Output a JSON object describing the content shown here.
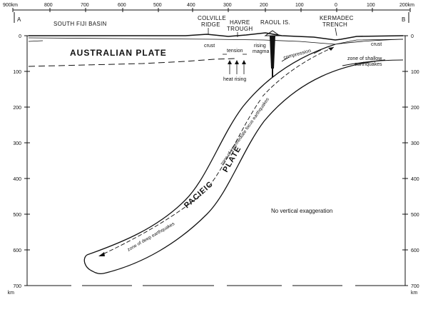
{
  "top_axis": {
    "tick_labels": [
      "900km",
      "800",
      "700",
      "600",
      "500",
      "400",
      "300",
      "200",
      "100",
      "0",
      "100",
      "200km"
    ]
  },
  "depth_axis": {
    "left_labels": [
      "0",
      "100",
      "200",
      "300",
      "400",
      "500",
      "600",
      "700",
      "km"
    ],
    "right_labels": [
      "0",
      "100",
      "200",
      "300",
      "400",
      "500",
      "600",
      "700",
      "km"
    ]
  },
  "section_ends": {
    "left": "A",
    "right": "B"
  },
  "features": {
    "south_fiji_basin": "SOUTH FIJI BASIN",
    "colville_ridge_1": "COLVILLE",
    "colville_ridge_2": "RIDGE",
    "havre_trough_1": "HAVRE",
    "havre_trough_2": "TROUGH",
    "raoul_is": "RAOUL IS.",
    "kermadec_trench_1": "KERMADEC",
    "kermadec_trench_2": "TRENCH"
  },
  "labels": {
    "australian_plate": "AUSTRALIAN     PLATE",
    "pacific": "PACIFIC",
    "plate": "PLATE",
    "crust_left": "crust",
    "crust_right": "crust",
    "tension": "tension",
    "rising_magma_1": "rising",
    "rising_magma_2": "magma",
    "compression": "compression",
    "heat_rising": "heat rising",
    "shallow_eq_1": "zone of shallow",
    "shallow_eq_2": "earthquakes",
    "intermediate_eq": "zone of intermediate focus earthquakes",
    "deep_eq": "zone of deep earthquakes",
    "no_vertical_exaggeration": "No vertical exaggeration"
  }
}
